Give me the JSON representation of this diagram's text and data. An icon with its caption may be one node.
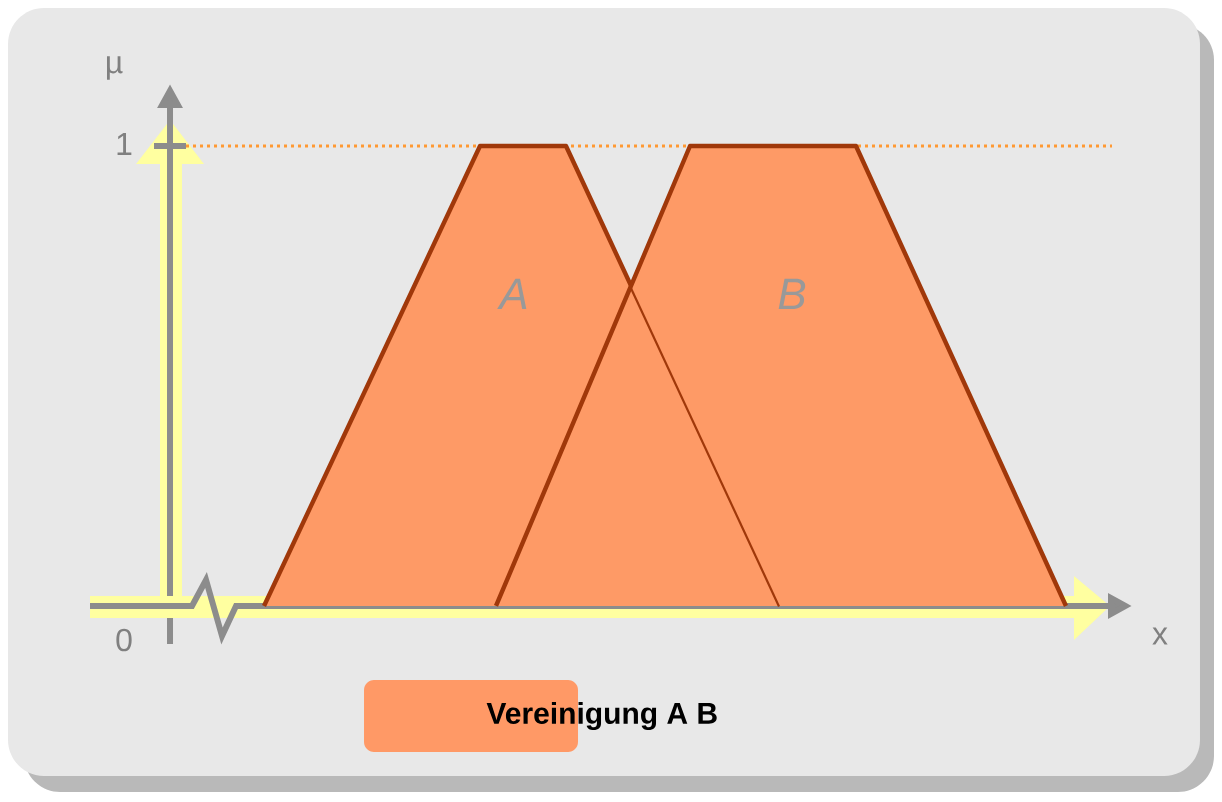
{
  "diagram": {
    "nodes": [
      {
        "text": [
          "A"
        ]
      },
      {
        "text": [
          "B"
        ]
      }
    ],
    "labels": [
      "µ",
      "1",
      "0",
      "x"
    ],
    "legend": [
      {
        "text": "Vereinigung A B",
        "color": "#ff9966"
      }
    ]
  }
}
